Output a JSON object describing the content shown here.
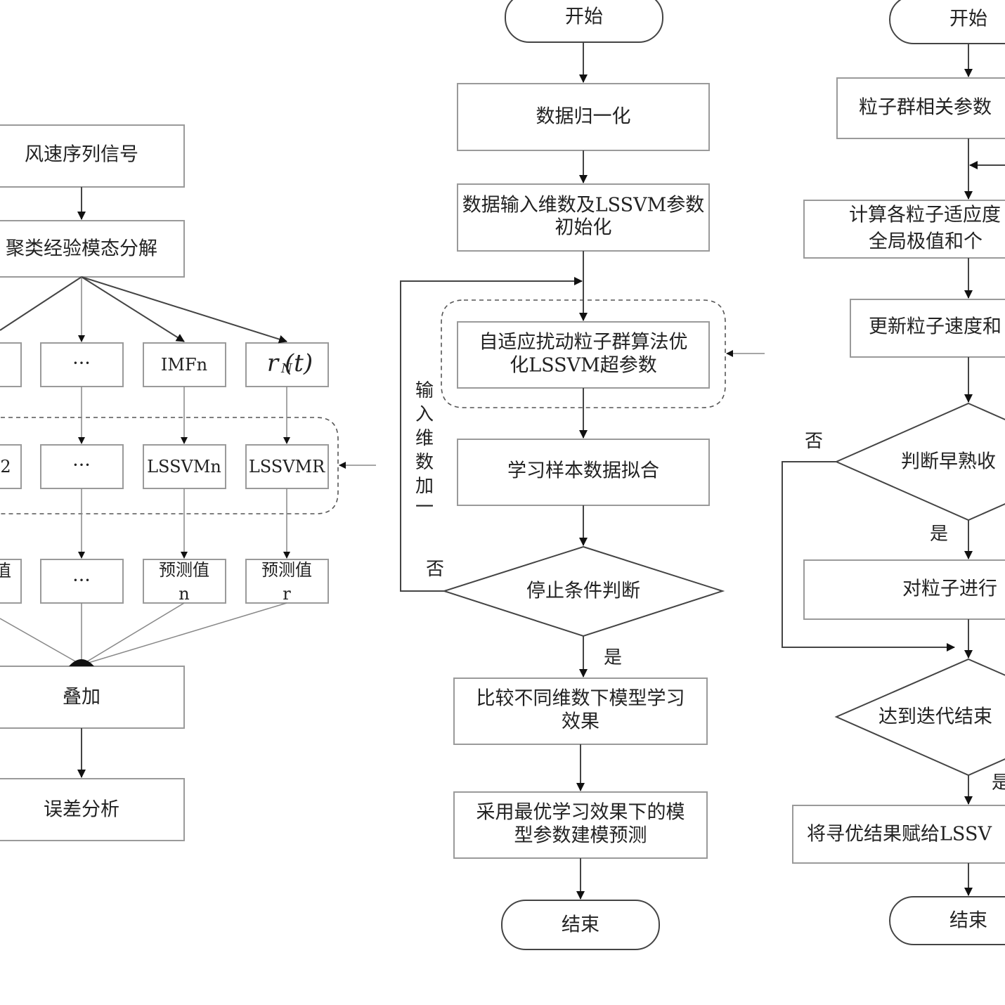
{
  "left": {
    "signal": "风速序列信号",
    "decompose": "聚类经验模态分解",
    "imf_dots": "···",
    "imf_n": "IMFn",
    "residual_r": "r",
    "residual_sub": "N",
    "residual_t": "(t)",
    "model_2_partial": "2",
    "model_dots": "···",
    "model_n": "LSSVMn",
    "model_r": "LSSVMR",
    "pred_partial": "值",
    "pred_dots": "···",
    "pred_n_line1": "预测值",
    "pred_n_line2": "n",
    "pred_r_line1": "预测值",
    "pred_r_line2": "r",
    "sum": "叠加",
    "error": "误差分析"
  },
  "middle": {
    "start": "开始",
    "normalize": "数据归一化",
    "init_line1": "数据输入维数及LSSVM参数",
    "init_line2": "初始化",
    "optimize_line1": "自适应扰动粒子群算法优",
    "optimize_line2": "化LSSVM超参数",
    "fit": "学习样本数据拟合",
    "stop_check": "停止条件判断",
    "no": "否",
    "yes": "是",
    "loop_label": [
      "输",
      "入",
      "维",
      "数",
      "加",
      "一"
    ],
    "compare_line1": "比较不同维数下模型学习",
    "compare_line2": "效果",
    "model_line1": "采用最优学习效果下的模",
    "model_line2": "型参数建模预测",
    "end": "结束"
  },
  "right": {
    "start": "开始",
    "params": "粒子群相关参数",
    "fitness_line1": "计算各粒子适应度",
    "fitness_line2": "全局极值和个",
    "update": "更新粒子速度和",
    "premature": "判断早熟收",
    "no": "否",
    "yes": "是",
    "perturb": "对粒子进行",
    "iter_end": "达到迭代结束",
    "yes2": "是",
    "assign": "将寻优结果赋给LSSV",
    "end": "结束"
  }
}
